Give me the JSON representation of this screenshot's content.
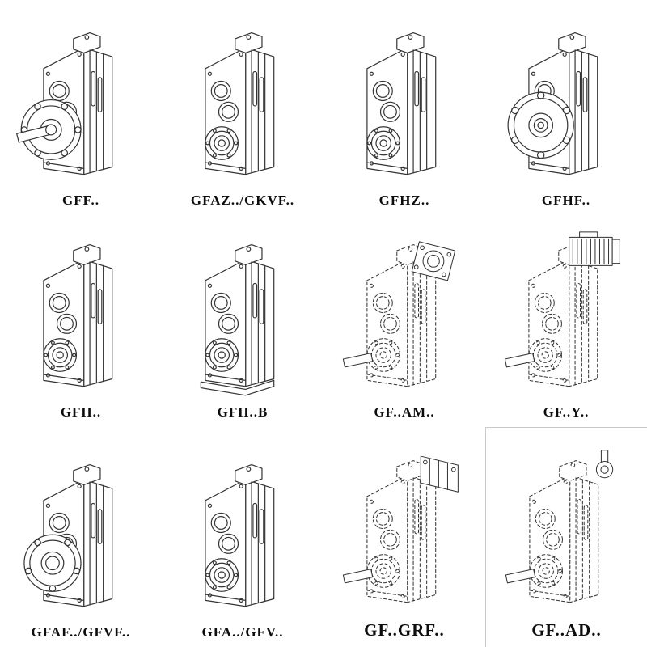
{
  "colors": {
    "background": "#ffffff",
    "line": "#333333",
    "label_text": "#0d0d0d"
  },
  "grid": {
    "items": [
      {
        "label": "GFF..",
        "drawing": "gearbox-flange-with-shaft",
        "line_style": "solid"
      },
      {
        "label": "GFAZ../GKVF..",
        "drawing": "gearbox-hollow-shaft",
        "line_style": "solid"
      },
      {
        "label": "GFHZ..",
        "drawing": "gearbox-hollow-shaft",
        "line_style": "solid"
      },
      {
        "label": "GFHF..",
        "drawing": "gearbox-front-flange",
        "line_style": "solid"
      },
      {
        "label": "GFH..",
        "drawing": "gearbox-hollow-shaft",
        "line_style": "solid"
      },
      {
        "label": "GFH..B",
        "drawing": "gearbox-hollow-shaft-foot",
        "line_style": "solid"
      },
      {
        "label": "GF..AM..",
        "drawing": "gearbox-iec-motor-adapter",
        "line_style": "dashed"
      },
      {
        "label": "GF..Y..",
        "drawing": "gearbox-with-motor",
        "line_style": "dashed"
      },
      {
        "label": "GFAF../GFVF..",
        "drawing": "gearbox-flange-hollow-bore",
        "line_style": "solid"
      },
      {
        "label": "GFA../GFV..",
        "drawing": "gearbox-hollow-shaft",
        "line_style": "solid"
      },
      {
        "label": "GF..GRF..",
        "drawing": "gearbox-gear-adapter",
        "line_style": "dashed"
      },
      {
        "label": "GF..AD..",
        "drawing": "gearbox-input-shaft-adapter",
        "line_style": "dashed"
      }
    ]
  }
}
